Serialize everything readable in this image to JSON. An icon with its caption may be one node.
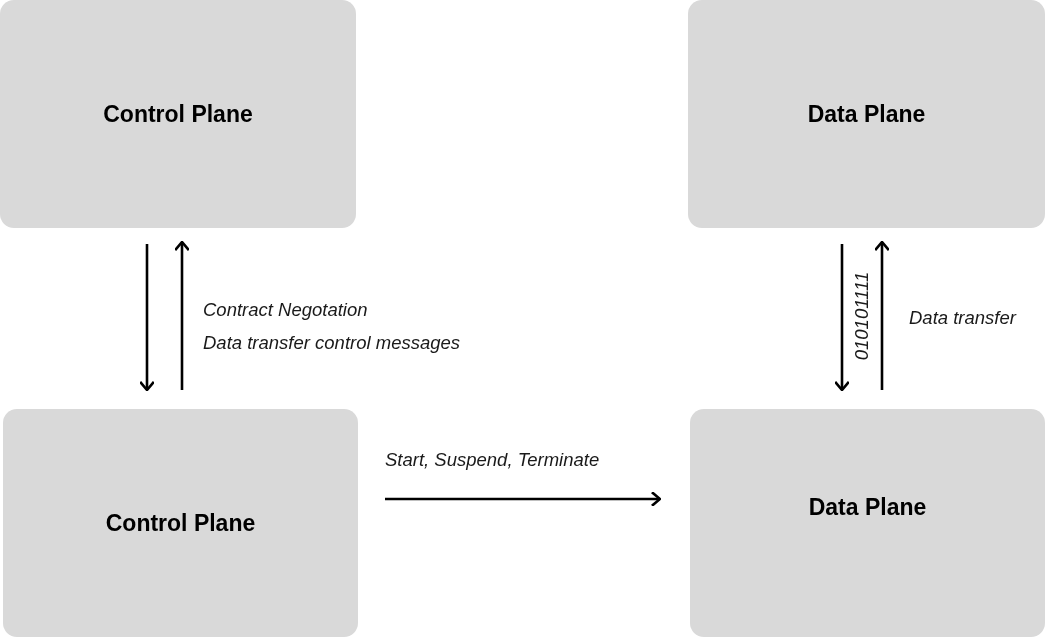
{
  "diagram": {
    "nodes": [
      {
        "text": [
          "Control Plane"
        ]
      },
      {
        "text": [
          "Data Plane"
        ]
      },
      {
        "text": [
          "Control Plane"
        ]
      },
      {
        "text": [
          "Data Plane"
        ]
      }
    ],
    "edges": [
      {
        "from": 0,
        "to": 2,
        "arrow": "to"
      },
      {
        "from": 2,
        "to": 0,
        "arrow": "to"
      },
      {
        "from": 1,
        "to": 3,
        "arrow": "to",
        "label": "010101111"
      },
      {
        "from": 3,
        "to": 1,
        "arrow": "to",
        "label": "Data transfer"
      },
      {
        "from": 2,
        "to": 3,
        "arrow": "to",
        "label": "Start, Suspend, Terminate"
      }
    ],
    "labels": [
      "Contract Negotation",
      "Data transfer control messages"
    ]
  }
}
